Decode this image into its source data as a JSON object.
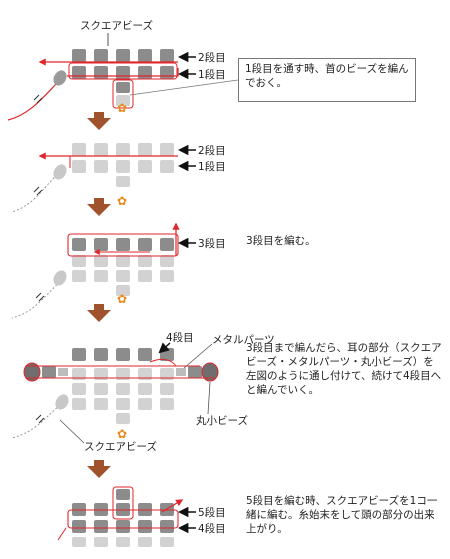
{
  "step1": {
    "title": "スクエアビーズ",
    "row2_label": "2段目",
    "row1_label": "1段目",
    "note": "1段目を通す時、首のビーズを編んでおく。"
  },
  "step2": {
    "row2_label": "2段目",
    "row1_label": "1段目"
  },
  "step3": {
    "row3_label": "3段目",
    "note": "3段目を編む。"
  },
  "step4": {
    "row4_label": "4段目",
    "metal_label": "メタルパーツ",
    "round_label": "丸小ビーズ",
    "square_label": "スクエアビーズ",
    "note": "3段目まで編んだら、耳の部分（スクエアビーズ・メタルパーツ・丸小ビーズ）を左図のように通し付けて、続けて4段目へと編んでいく。"
  },
  "step5": {
    "row5_label": "5段目",
    "row4_label": "4段目",
    "note": "5段目を編む時、スクエアビーズを1コ一緒に編む。糸始末をして頭の部分の出来上がり。"
  },
  "colors": {
    "bead_dark": "#8c8c8c",
    "bead_light": "#d2d2d2",
    "thread": "#e0262b",
    "arrow": "#a0522d",
    "flower": "#e8891a"
  }
}
